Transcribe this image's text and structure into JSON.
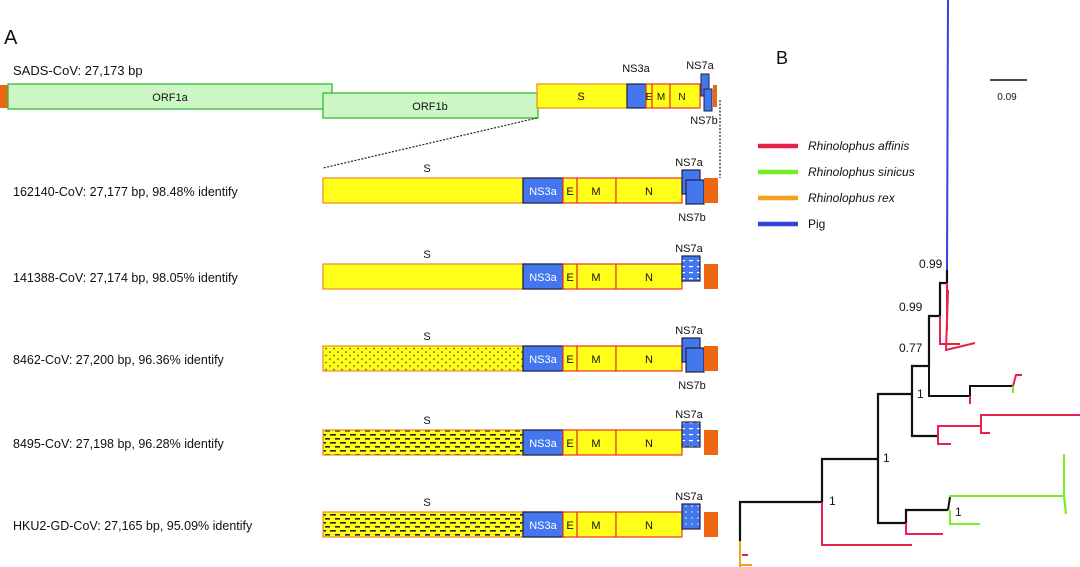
{
  "panel_a": {
    "label": "A",
    "reference": {
      "title": "SADS-CoV: 27,173 bp",
      "orf1a": "ORF1a",
      "orf1b": "ORF1b",
      "genes": {
        "S": "S",
        "NS3a": "NS3a",
        "E": "E",
        "M": "M",
        "N": "N",
        "NS7a": "NS7a",
        "NS7b": "NS7b"
      }
    },
    "genomes": [
      {
        "title": "162140-CoV: 27,177 bp, 98.48% identify",
        "s_label": "S",
        "ns3a": "NS3a",
        "e": "E",
        "m": "M",
        "n": "N",
        "ns7a": "NS7a",
        "ns7b": "NS7b",
        "s_pattern": "plain",
        "ns7_pattern": "plain",
        "has_ns7b": true
      },
      {
        "title": "141388-CoV: 27,174 bp, 98.05% identify",
        "s_label": "S",
        "ns3a": "NS3a",
        "e": "E",
        "m": "M",
        "n": "N",
        "ns7a": "NS7a",
        "ns7b": "",
        "s_pattern": "plain",
        "ns7_pattern": "dash",
        "has_ns7b": false
      },
      {
        "title": "8462-CoV: 27,200 bp, 96.36% identify",
        "s_label": "S",
        "ns3a": "NS3a",
        "e": "E",
        "m": "M",
        "n": "N",
        "ns7a": "NS7a",
        "ns7b": "NS7b",
        "s_pattern": "dots",
        "ns7_pattern": "plain",
        "has_ns7b": true
      },
      {
        "title": "8495-CoV: 27,198 bp, 96.28% identify",
        "s_label": "S",
        "ns3a": "NS3a",
        "e": "E",
        "m": "M",
        "n": "N",
        "ns7a": "NS7a",
        "ns7b": "",
        "s_pattern": "dash",
        "ns7_pattern": "dash",
        "has_ns7b": false
      },
      {
        "title": "HKU2-GD-CoV: 27,165 bp, 95.09% identify",
        "s_label": "S",
        "ns3a": "NS3a",
        "e": "E",
        "m": "M",
        "n": "N",
        "ns7a": "NS7a",
        "ns7b": "",
        "s_pattern": "dash",
        "ns7_pattern": "dots",
        "has_ns7b": false
      }
    ],
    "colors": {
      "orf1": "#ccf7c4",
      "orf1_border": "#33bb33",
      "structural": "#ffff1a",
      "structural_border": "#ee3322",
      "ns": "#4477ee",
      "utr": "#ee6611"
    }
  },
  "panel_b": {
    "label": "B",
    "scale_label": "0.09",
    "legend": [
      {
        "label": "Rhinolophus affinis",
        "color": "#e8214b",
        "italic": true
      },
      {
        "label": "Rhinolophus sinicus",
        "color": "#77ee22",
        "italic": true
      },
      {
        "label": "Rhinolophus rex",
        "color": "#f5a020",
        "italic": true
      },
      {
        "label": "Pig",
        "color": "#3344dd",
        "italic": false
      }
    ],
    "support_values": [
      "0.99",
      "0.99",
      "0.77",
      "1",
      "1",
      "1",
      "1"
    ]
  }
}
